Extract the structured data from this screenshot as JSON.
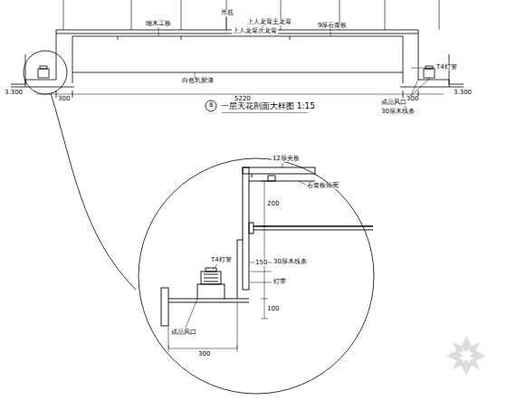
{
  "diagram": {
    "title": "一层天花剖面大样图 1:15",
    "labels": [
      "8",
      "吊筋",
      "细木工板",
      "上人龙骨主龙骨",
      "上人龙骨次龙骨",
      "9厚石膏板",
      "白色乳胶漆",
      "T4灯管",
      "成品风口",
      "30厚木线条",
      "3.300",
      "300",
      "5220",
      "300",
      "3.300",
      "12厚夹板",
      "石膏板饰面",
      "200",
      "T4灯管",
      "30厚木线条",
      "灯带",
      "150",
      "100",
      "成品风口",
      "300"
    ]
  }
}
